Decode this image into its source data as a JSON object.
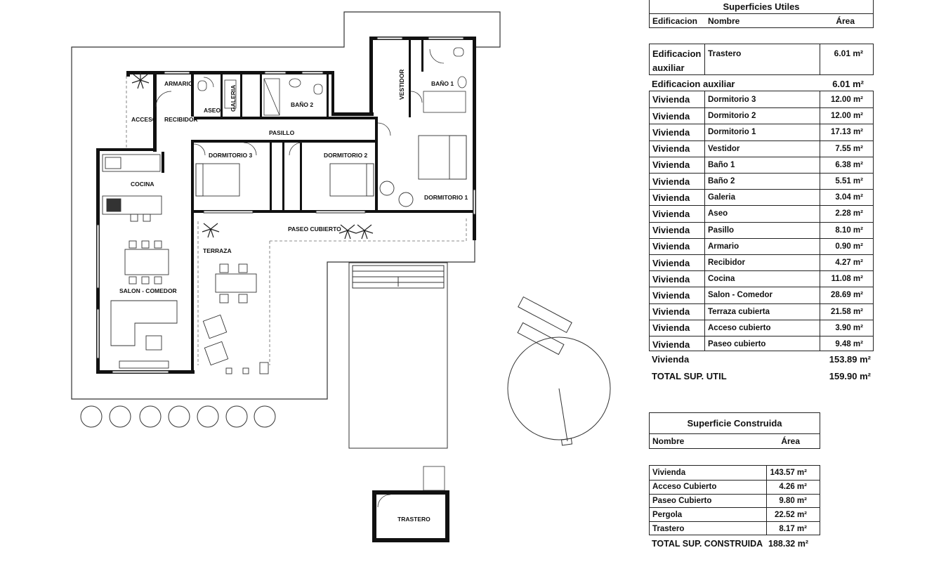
{
  "rooms": {
    "armario": "ARMARIO",
    "acceso": "ACCESO",
    "recibidor": "RECIBIDOR",
    "aseo": "ASEO",
    "galeria": "GALERIA",
    "bano2": "BAÑO 2",
    "bano1": "BAÑO 1",
    "vestidor": "VESTIDOR",
    "pasillo": "PASILLO",
    "dormitorio3": "DORMITORIO 3",
    "dormitorio2": "DORMITORIO 2",
    "dormitorio1": "DORMITORIO 1",
    "cocina": "COCINA",
    "paseo": "PASEO CUBIERTO",
    "terraza": "TERRAZA",
    "salon": "SALON - COMEDOR",
    "trastero": "TRASTERO"
  },
  "utiles": {
    "title": "Superficies Utiles",
    "col_edificacion": "Edificacion",
    "col_nombre": "Nombre",
    "col_area": "Área",
    "aux_row": {
      "edificacion": "Edificacion auxiliar",
      "nombre": "Trastero",
      "area": "6.01 m²"
    },
    "aux_subtotal": {
      "label": "Edificacion auxiliar",
      "area": "6.01 m²"
    },
    "rows": [
      {
        "edificacion": "Vivienda",
        "nombre": "Dormitorio 3",
        "area": "12.00 m²"
      },
      {
        "edificacion": "Vivienda",
        "nombre": "Dormitorio 2",
        "area": "12.00 m²"
      },
      {
        "edificacion": "Vivienda",
        "nombre": "Dormitorio 1",
        "area": "17.13 m²"
      },
      {
        "edificacion": "Vivienda",
        "nombre": "Vestidor",
        "area": "7.55 m²"
      },
      {
        "edificacion": "Vivienda",
        "nombre": "Baño 1",
        "area": "6.38 m²"
      },
      {
        "edificacion": "Vivienda",
        "nombre": "Baño 2",
        "area": "5.51 m²"
      },
      {
        "edificacion": "Vivienda",
        "nombre": "Galeria",
        "area": "3.04 m²"
      },
      {
        "edificacion": "Vivienda",
        "nombre": "Aseo",
        "area": "2.28 m²"
      },
      {
        "edificacion": "Vivienda",
        "nombre": "Pasillo",
        "area": "8.10 m²"
      },
      {
        "edificacion": "Vivienda",
        "nombre": "Armario",
        "area": "0.90 m²"
      },
      {
        "edificacion": "Vivienda",
        "nombre": "Recibidor",
        "area": "4.27 m²"
      },
      {
        "edificacion": "Vivienda",
        "nombre": "Cocina",
        "area": "11.08 m²"
      },
      {
        "edificacion": "Vivienda",
        "nombre": "Salon - Comedor",
        "area": "28.69 m²"
      },
      {
        "edificacion": "Vivienda",
        "nombre": "Terraza cubierta",
        "area": "21.58 m²"
      },
      {
        "edificacion": "Vivienda",
        "nombre": "Acceso cubierto",
        "area": "3.90 m²"
      },
      {
        "edificacion": "Vivienda",
        "nombre": "Paseo cubierto",
        "area": "9.48 m²"
      }
    ],
    "vivienda_subtotal": {
      "label": "Vivienda",
      "area": "153.89 m²"
    },
    "total": {
      "label": "TOTAL SUP. UTIL",
      "area": "159.90 m²"
    }
  },
  "construida": {
    "title": "Superficie Construida",
    "col_nombre": "Nombre",
    "col_area": "Área",
    "rows": [
      {
        "nombre": "Vivienda",
        "area": "143.57 m²"
      },
      {
        "nombre": "Acceso Cubierto",
        "area": "4.26 m²"
      },
      {
        "nombre": "Paseo Cubierto",
        "area": "9.80 m²"
      },
      {
        "nombre": "Pergola",
        "area": "22.52 m²"
      },
      {
        "nombre": "Trastero",
        "area": "8.17 m²"
      }
    ],
    "total": {
      "label": "TOTAL SUP. CONSTRUIDA",
      "area": "188.32 m²"
    }
  }
}
